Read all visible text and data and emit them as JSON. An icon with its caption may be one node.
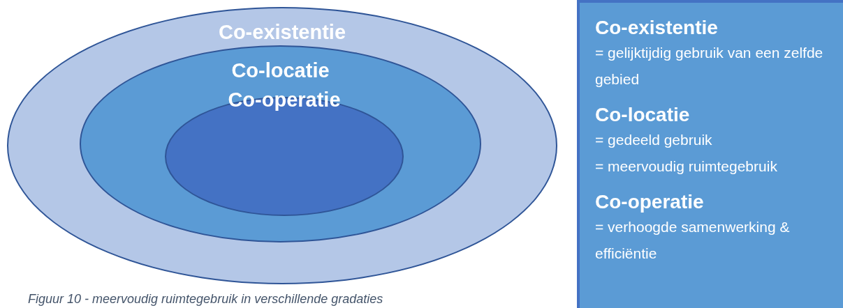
{
  "diagram": {
    "caption": "Figuur 10 - meervoudig ruimtegebruik in verschillende gradaties",
    "nodes": [
      {
        "text": [
          "Co-existentie"
        ]
      },
      {
        "text": [
          "Co-locatie"
        ],
        "in": 0
      },
      {
        "text": [
          "Co-operatie"
        ],
        "in": 1
      },
      {
        "text": [
          "Co-existentie",
          "= gelijktijdig gebruik van een zelfde gebied",
          "Co-locatie",
          "= gedeeld gebruik",
          "= meervoudig ruimtegebruik",
          "Co-operatie",
          "= verhoogde samenwerking & efficiëntie"
        ]
      }
    ]
  }
}
